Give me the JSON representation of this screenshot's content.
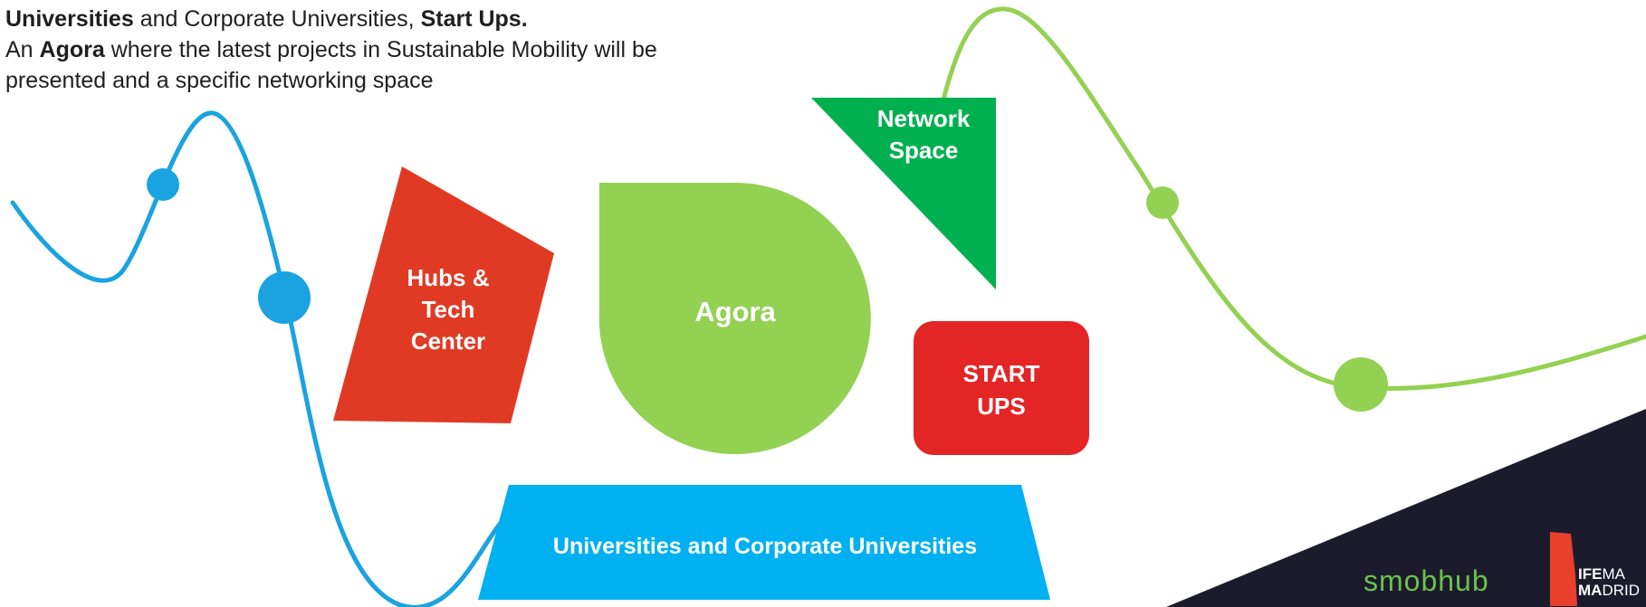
{
  "intro": {
    "line1_bold_a": "Universities",
    "line1_mid": " and Corporate Universities, ",
    "line1_bold_b": "Start Ups.",
    "line2_pre": "An ",
    "line2_bold": "Agora",
    "line2_post": " where the latest projects in Sustainable Mobility will be",
    "line3": "presented and a specific networking space"
  },
  "zones": {
    "hubs_line1": "Hubs &",
    "hubs_line2": "Tech",
    "hubs_line3": "Center",
    "agora": "Agora",
    "network_line1": "Network",
    "network_line2": "Space",
    "startups_line1": "START",
    "startups_line2": "UPS",
    "universities": "Universities and Corporate Universities"
  },
  "colors": {
    "blue_curve": "#1aa3e0",
    "green_curve": "#93d152",
    "hubs_red": "#e03a25",
    "agora_green": "#93d152",
    "network_green": "#00b050",
    "startups_red": "#e32526",
    "universities_blue": "#00b0f0",
    "dark_corner": "#1c1b2e"
  },
  "logos": {
    "smobhub": "smobhub",
    "ifema_line1_bold": "IFE",
    "ifema_line1_light": "MA",
    "ifema_line2_bold": "MA",
    "ifema_line2_light": "DRID"
  },
  "icons": {
    "ifema_mark": "ifema-flame-icon"
  }
}
